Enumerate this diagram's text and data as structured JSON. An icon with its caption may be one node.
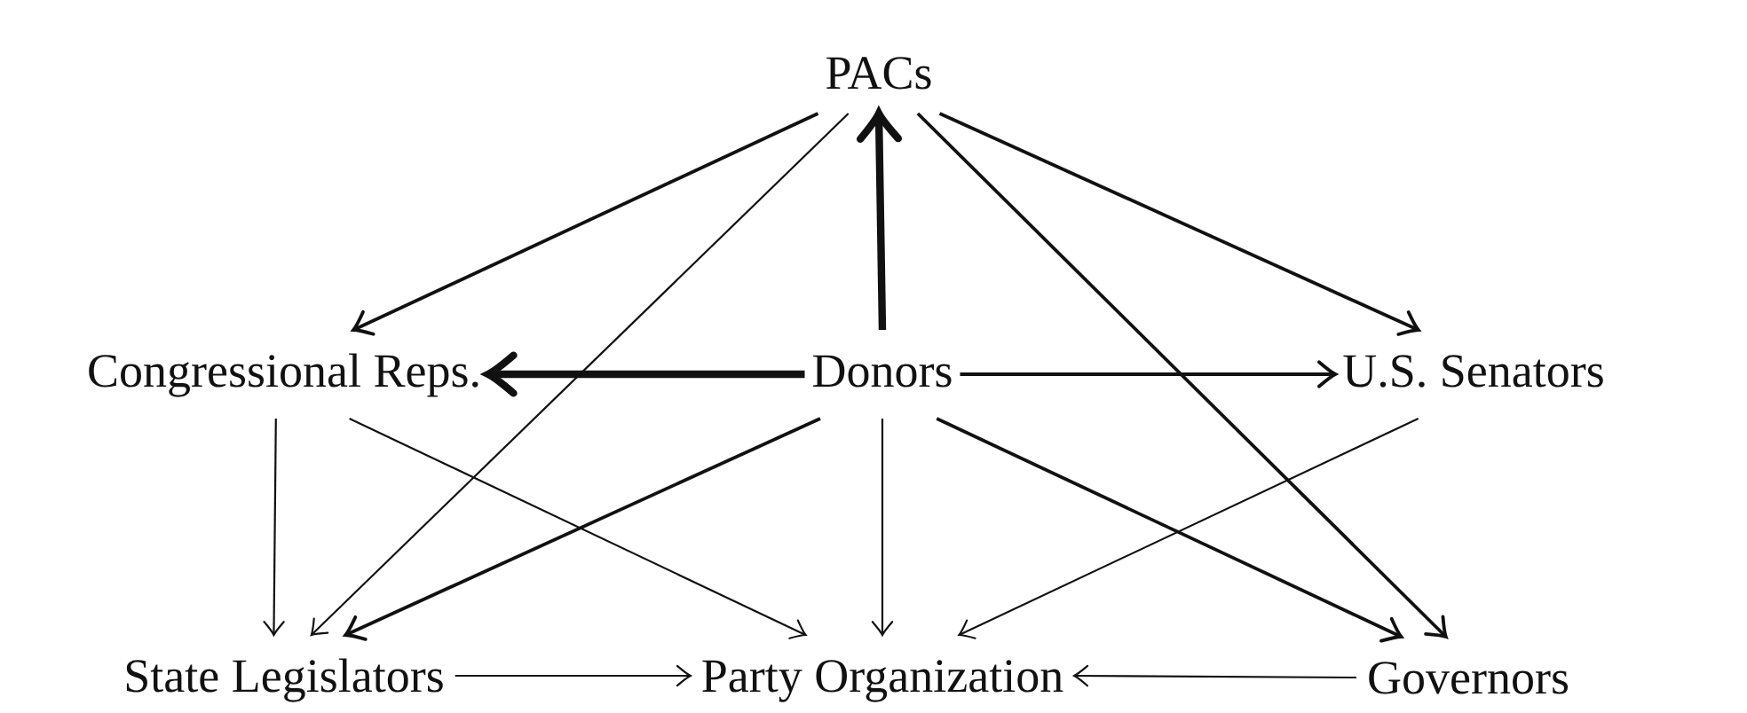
{
  "diagram": {
    "nodes": [
      {
        "text": [
          "PACs"
        ]
      },
      {
        "text": [
          "Congressional Reps."
        ]
      },
      {
        "text": [
          "Donors"
        ]
      },
      {
        "text": [
          "U.S. Senators"
        ]
      },
      {
        "text": [
          "State Legislators"
        ]
      },
      {
        "text": [
          "Party Organization"
        ]
      },
      {
        "text": [
          "Governors"
        ]
      }
    ],
    "edges": [
      {
        "from": 2,
        "to": 0,
        "arrow": "to",
        "style": "thick"
      },
      {
        "from": 2,
        "to": 1,
        "arrow": "to",
        "style": "thick"
      },
      {
        "from": 0,
        "to": 1,
        "arrow": "to"
      },
      {
        "from": 0,
        "to": 4,
        "arrow": "to"
      },
      {
        "from": 0,
        "to": 3,
        "arrow": "to"
      },
      {
        "from": 0,
        "to": 6,
        "arrow": "to"
      },
      {
        "from": 2,
        "to": 3,
        "arrow": "to"
      },
      {
        "from": 2,
        "to": 4,
        "arrow": "to"
      },
      {
        "from": 2,
        "to": 5,
        "arrow": "to"
      },
      {
        "from": 2,
        "to": 6,
        "arrow": "to"
      },
      {
        "from": 1,
        "to": 4,
        "arrow": "to"
      },
      {
        "from": 1,
        "to": 5,
        "arrow": "to"
      },
      {
        "from": 3,
        "to": 5,
        "arrow": "to"
      },
      {
        "from": 4,
        "to": 5,
        "arrow": "to"
      },
      {
        "from": 6,
        "to": 5,
        "arrow": "to"
      }
    ]
  }
}
